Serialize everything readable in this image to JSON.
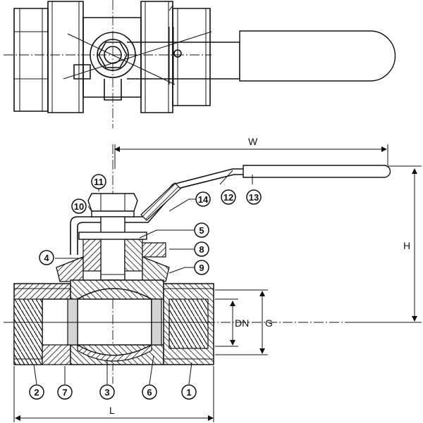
{
  "dimensions": {
    "width": "W",
    "height": "H",
    "length": "L",
    "nominal_diameter": "DN",
    "thread": "G"
  },
  "part_balloons": {
    "p1": "1",
    "p2": "2",
    "p3": "3",
    "p4": "4",
    "p5": "5",
    "p6": "6",
    "p7": "7",
    "p8": "8",
    "p9": "9",
    "p10": "10",
    "p11": "11",
    "p12": "12",
    "p13": "13",
    "p14": "14"
  },
  "colors": {
    "line": "#111111",
    "hatch_fill": "#8a8a8a",
    "light_fill": "#d4d4d4",
    "background": "#ffffff"
  }
}
